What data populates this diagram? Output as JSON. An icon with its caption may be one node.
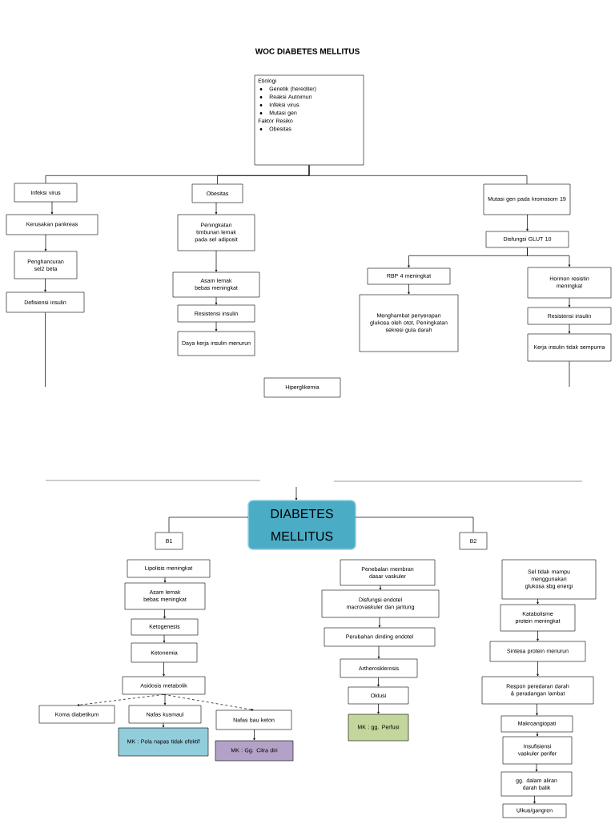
{
  "diagram": {
    "title": "WOC DIABETES MELLITUS",
    "nodes": [
      {
        "text": [
          "Etiologi",
          "Genetik (herediter)",
          "Reaksi Autoimun",
          "Infeksi virus",
          "Mutasi gen",
          "Faktor Resiko",
          "Obesitas"
        ]
      },
      {
        "text": [
          "Infeksi virus"
        ]
      },
      {
        "text": [
          "Obesitas"
        ]
      },
      {
        "text": [
          "Mutasi gen pada kromosom 19"
        ]
      },
      {
        "text": [
          "Kerusakan pankreas"
        ]
      },
      {
        "text": [
          "Peningkatan timbunan lemak pada sel adiposit"
        ]
      },
      {
        "text": [
          "Disfungsi GLUT 10"
        ]
      },
      {
        "text": [
          "Penghancuran sel2 beta"
        ]
      },
      {
        "text": [
          "Asam lemak bebas meningkat"
        ]
      },
      {
        "text": [
          "RBP 4 meningkat"
        ]
      },
      {
        "text": [
          "Hormon resistin meningkat"
        ]
      },
      {
        "text": [
          "Defisiensi insulin"
        ]
      },
      {
        "text": [
          "Menghambat penyerapan glukosa oleh otot, Peningkatan sekresi gula darah"
        ]
      },
      {
        "text": [
          "Resistensi insulin"
        ]
      },
      {
        "text": [
          "Resistensi insulin"
        ]
      },
      {
        "text": [
          "Daya kerja insulin menurun"
        ]
      },
      {
        "text": [
          "Kerja insulin tidak sempurna"
        ]
      },
      {
        "text": [
          "Hiperglikemia"
        ]
      },
      {
        "text": [
          "DIABETES MELLITUS"
        ]
      },
      {
        "text": [
          "B1"
        ]
      },
      {
        "text": [
          "B2"
        ]
      },
      {
        "text": [
          "Lipolisis meningkat"
        ]
      },
      {
        "text": [
          "Penebalan membran dasar vaskuler"
        ]
      },
      {
        "text": [
          "Sel tidak mampu menggunakan glukosa sbg energi"
        ]
      },
      {
        "text": [
          "Asam lemak bebas meningkat"
        ]
      },
      {
        "text": [
          "Disfungsi endotel macrovaskuler dan jantung"
        ]
      },
      {
        "text": [
          "Ketogenesis"
        ]
      },
      {
        "text": [
          "Katabolisme protein meningkat"
        ]
      },
      {
        "text": [
          "Perubahan dinding endotel"
        ]
      },
      {
        "text": [
          "Sintesa protein menurun"
        ]
      },
      {
        "text": [
          "Ketonemia"
        ]
      },
      {
        "text": [
          "Artherosklerosis"
        ]
      },
      {
        "text": [
          "Respon peredaran darah & peradangan lambat"
        ]
      },
      {
        "text": [
          "Asidosis metabolik"
        ]
      },
      {
        "text": [
          "Oklusi"
        ]
      },
      {
        "text": [
          "Koma diabetikum"
        ]
      },
      {
        "text": [
          "Nafas kusmaul"
        ]
      },
      {
        "text": [
          "Nafas bau keton"
        ]
      },
      {
        "text": [
          "MK : gg. Perfusi"
        ]
      },
      {
        "text": [
          "Makroangiopati"
        ]
      },
      {
        "text": [
          "MK : Pola napas tidak efektif"
        ]
      },
      {
        "text": [
          "MK : Gg. Citra diri"
        ]
      },
      {
        "text": [
          "Insufisiensi vaskuler perifer"
        ]
      },
      {
        "text": [
          "gg. dalam aliran darah balik"
        ]
      },
      {
        "text": [
          "Ulkus/gangren"
        ]
      }
    ],
    "edges": [
      {
        "from": 0,
        "to": 1,
        "arrow": "none"
      },
      {
        "from": 0,
        "to": 2,
        "arrow": "none"
      },
      {
        "from": 0,
        "to": 3,
        "arrow": "none"
      },
      {
        "from": 1,
        "to": 4,
        "arrow": "to"
      },
      {
        "from": 4,
        "to": 7,
        "arrow": "to"
      },
      {
        "from": 7,
        "to": 11,
        "arrow": "to"
      },
      {
        "from": 2,
        "to": 5,
        "arrow": "to"
      },
      {
        "from": 5,
        "to": 8,
        "arrow": "to"
      },
      {
        "from": 8,
        "to": 13,
        "arrow": "to"
      },
      {
        "from": 13,
        "to": 15,
        "arrow": "to"
      },
      {
        "from": 3,
        "to": 6,
        "arrow": "to"
      },
      {
        "from": 6,
        "to": 9,
        "arrow": "to"
      },
      {
        "from": 6,
        "to": 10,
        "arrow": "to"
      },
      {
        "from": 9,
        "to": 12,
        "arrow": "to"
      },
      {
        "from": 10,
        "to": 14,
        "arrow": "to"
      },
      {
        "from": 14,
        "to": 16,
        "arrow": "to"
      },
      {
        "from": 11,
        "to": null,
        "arrow": "none"
      },
      {
        "from": 16,
        "to": null,
        "arrow": "none"
      },
      {
        "from": null,
        "to": 18,
        "arrow": "to"
      },
      {
        "from": 18,
        "to": 19,
        "arrow": "none"
      },
      {
        "from": 18,
        "to": 20,
        "arrow": "none"
      },
      {
        "from": 21,
        "to": 24,
        "arrow": "to"
      },
      {
        "from": 24,
        "to": 26,
        "arrow": "to"
      },
      {
        "from": 26,
        "to": 30,
        "arrow": "to"
      },
      {
        "from": 30,
        "to": 33,
        "arrow": "to"
      },
      {
        "from": 33,
        "to": 35,
        "arrow": "to",
        "style": "dashed"
      },
      {
        "from": 33,
        "to": 36,
        "arrow": "to"
      },
      {
        "from": 33,
        "to": 37,
        "arrow": "to",
        "style": "dashed"
      },
      {
        "from": 36,
        "to": 40,
        "arrow": "to"
      },
      {
        "from": 37,
        "to": 41,
        "arrow": "to"
      },
      {
        "from": 22,
        "to": 25,
        "arrow": "to"
      },
      {
        "from": 25,
        "to": 28,
        "arrow": "to"
      },
      {
        "from": 28,
        "to": 31,
        "arrow": "to"
      },
      {
        "from": 31,
        "to": 34,
        "arrow": "to"
      },
      {
        "from": 34,
        "to": 38,
        "arrow": "to"
      },
      {
        "from": 23,
        "to": 27,
        "arrow": "to"
      },
      {
        "from": 27,
        "to": 29,
        "arrow": "to"
      },
      {
        "from": 29,
        "to": 32,
        "arrow": "to"
      },
      {
        "from": 32,
        "to": 39,
        "arrow": "to"
      },
      {
        "from": 39,
        "to": 42,
        "arrow": "to"
      },
      {
        "from": 42,
        "to": 43,
        "arrow": "to"
      },
      {
        "from": 43,
        "to": 44,
        "arrow": "to"
      }
    ]
  }
}
